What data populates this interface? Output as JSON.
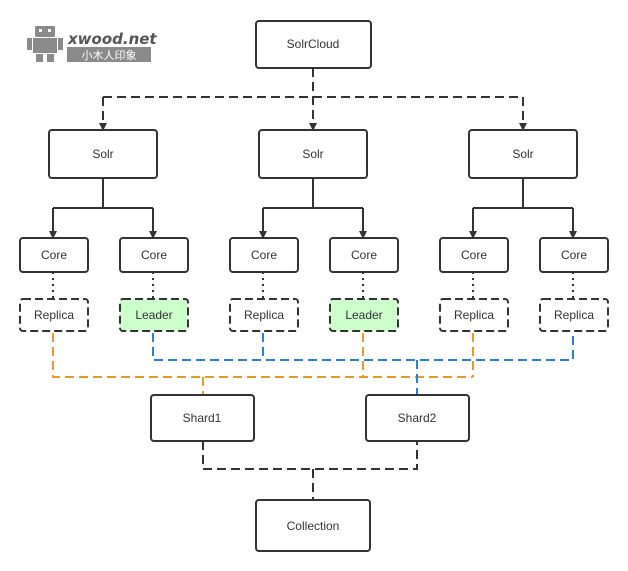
{
  "logo": {
    "brand": "xwood.net",
    "tagline": "小木人印象",
    "icon": "robot-icon"
  },
  "nodes": {
    "root": "SolrCloud",
    "solr": [
      "Solr",
      "Solr",
      "Solr"
    ],
    "cores": [
      "Core",
      "Core",
      "Core",
      "Core",
      "Core",
      "Core"
    ],
    "replicas": [
      "Replica",
      "Leader",
      "Replica",
      "Leader",
      "Replica",
      "Replica"
    ],
    "shards": [
      "Shard1",
      "Shard2"
    ],
    "collection": "Collection"
  },
  "colors": {
    "node_border": "#333333",
    "leader_fill": "#ccffcc",
    "shard1_link": "#e39b2e",
    "shard2_link": "#2b7ed4",
    "connector": "#333333"
  }
}
